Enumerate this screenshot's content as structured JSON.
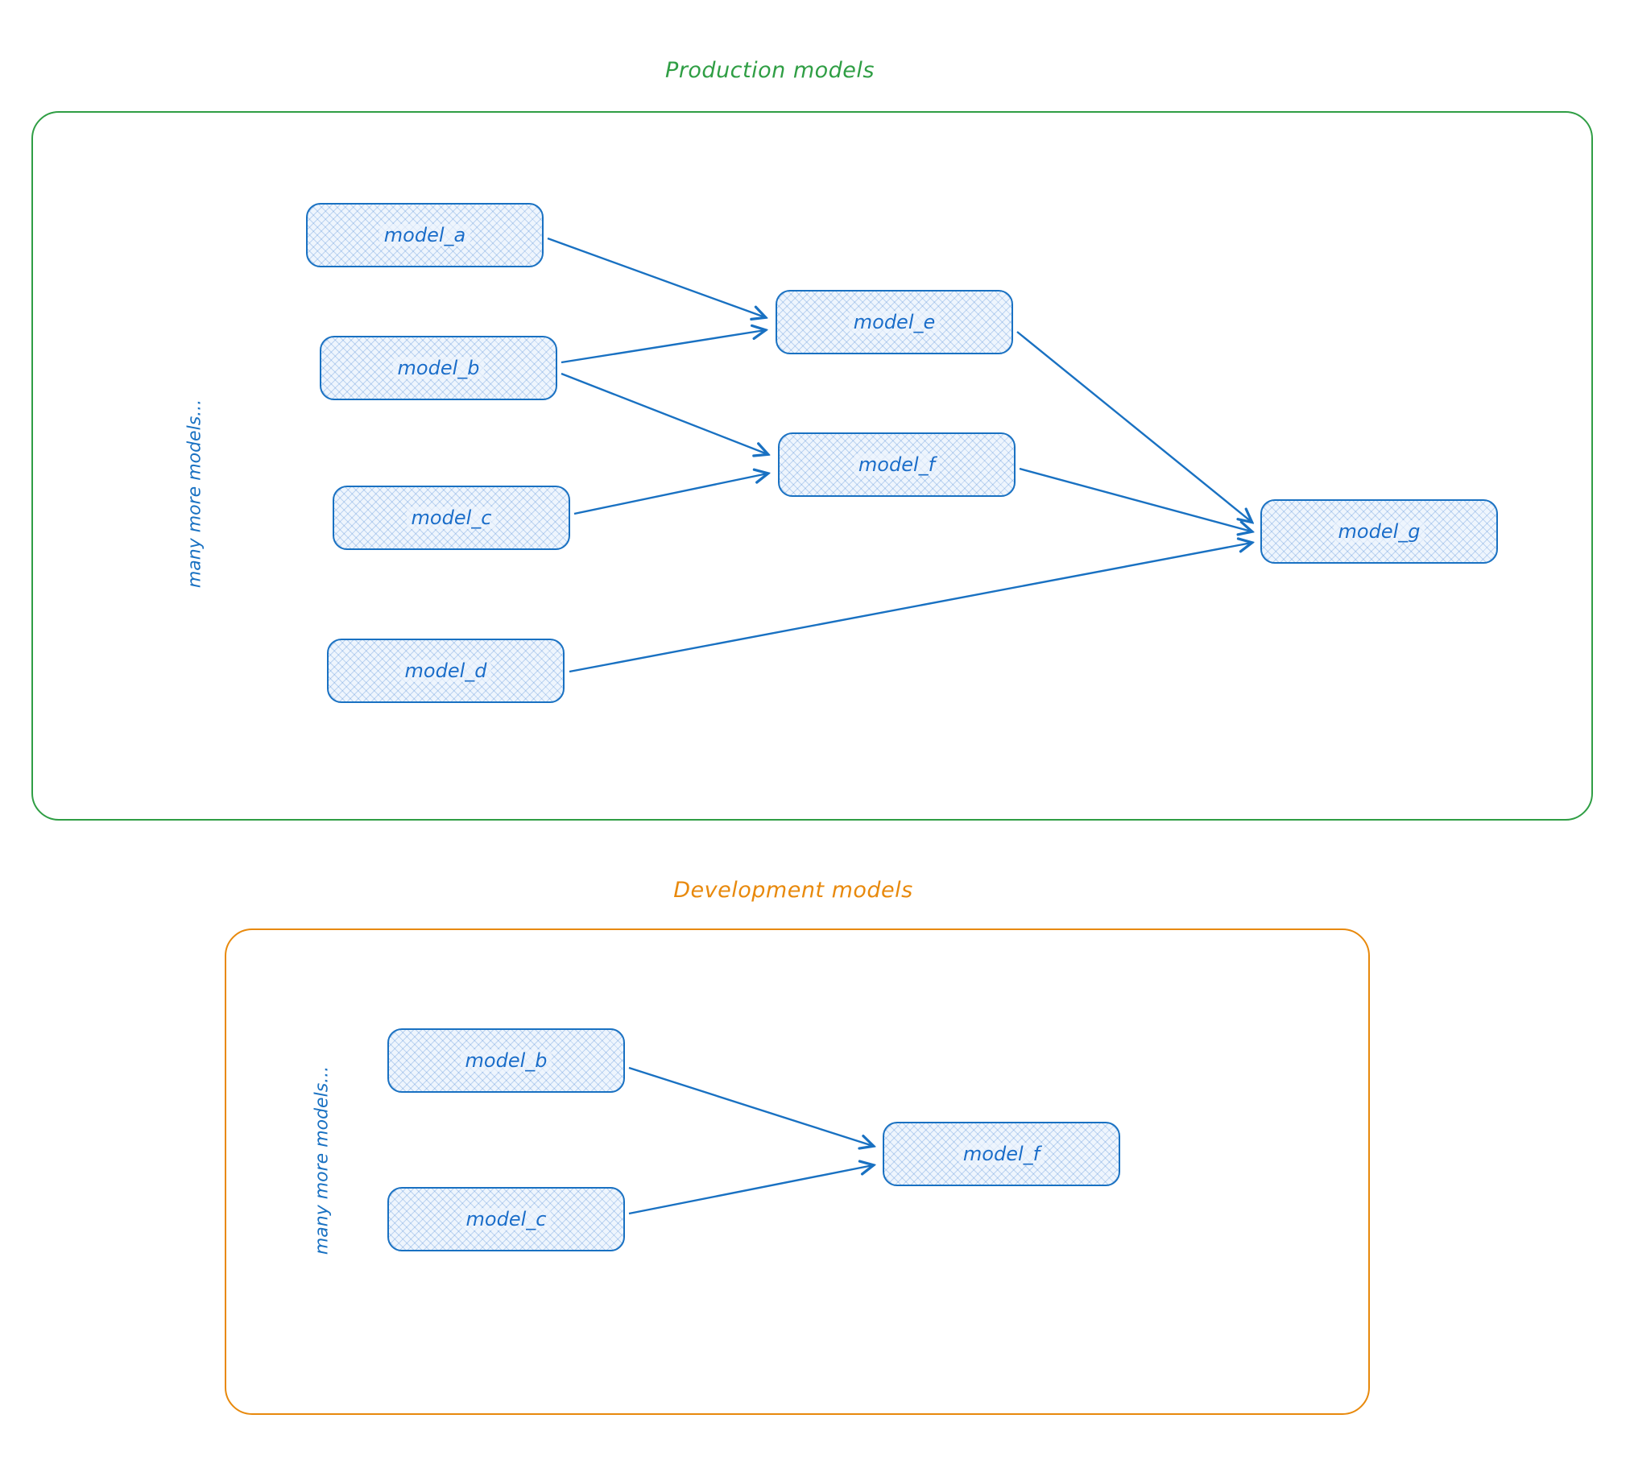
{
  "diagram": {
    "colors": {
      "production_border": "#2f9e44",
      "development_border": "#e8890c",
      "node_stroke": "#1971c2",
      "node_fill": "#eef5fd",
      "node_text": "#1a6dc9",
      "arrow": "#1971c2"
    },
    "production": {
      "title": "Production models",
      "side_label": "many more models...",
      "nodes": [
        {
          "id": "model_a",
          "label": "model_a"
        },
        {
          "id": "model_b",
          "label": "model_b"
        },
        {
          "id": "model_c",
          "label": "model_c"
        },
        {
          "id": "model_d",
          "label": "model_d"
        },
        {
          "id": "model_e",
          "label": "model_e"
        },
        {
          "id": "model_f",
          "label": "model_f"
        },
        {
          "id": "model_g",
          "label": "model_g"
        }
      ],
      "edges": [
        [
          "model_a",
          "model_e"
        ],
        [
          "model_b",
          "model_e"
        ],
        [
          "model_b",
          "model_f"
        ],
        [
          "model_c",
          "model_f"
        ],
        [
          "model_e",
          "model_g"
        ],
        [
          "model_f",
          "model_g"
        ],
        [
          "model_d",
          "model_g"
        ]
      ]
    },
    "development": {
      "title": "Development models",
      "side_label": "many more models...",
      "nodes": [
        {
          "id": "model_b",
          "label": "model_b"
        },
        {
          "id": "model_c",
          "label": "model_c"
        },
        {
          "id": "model_f",
          "label": "model_f"
        }
      ],
      "edges": [
        [
          "model_b",
          "model_f"
        ],
        [
          "model_c",
          "model_f"
        ]
      ]
    }
  }
}
